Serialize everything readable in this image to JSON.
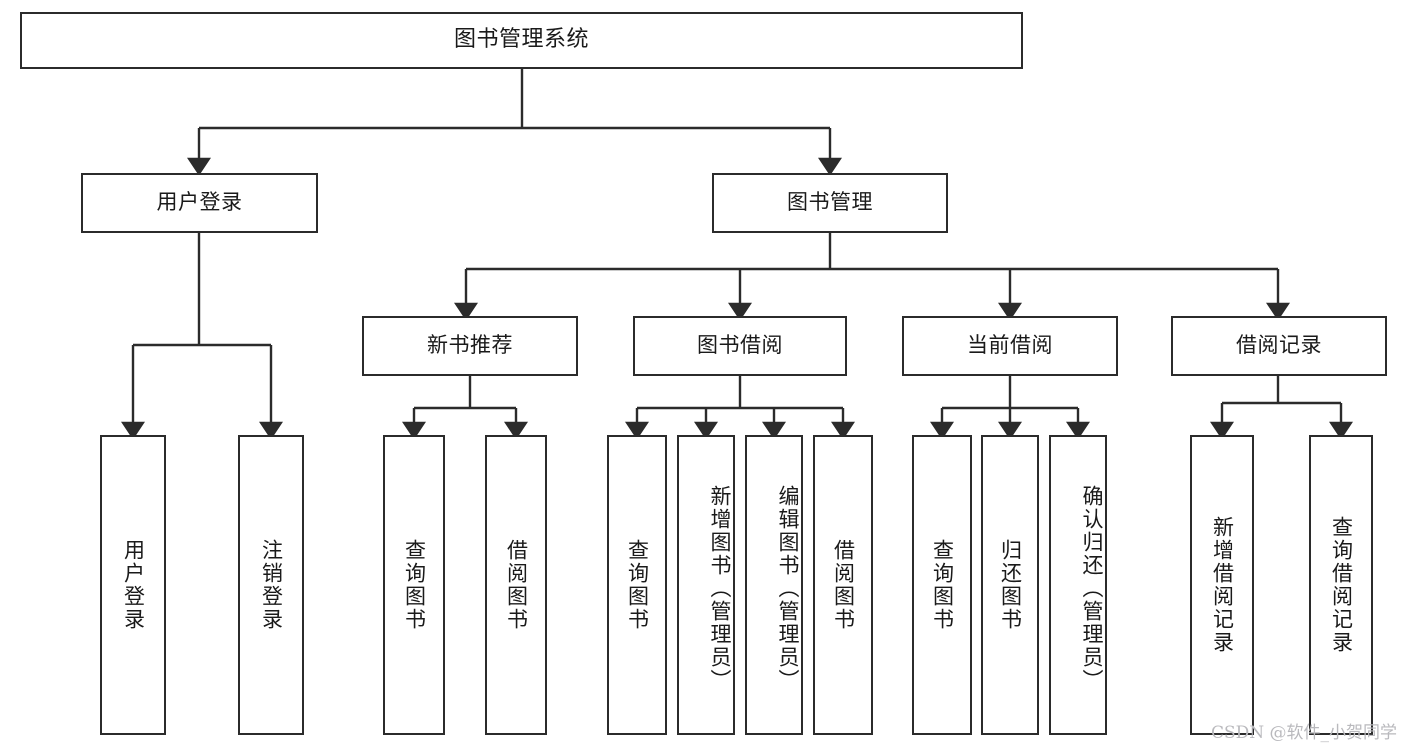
{
  "diagram": {
    "title": "图书管理系统",
    "type": "tree",
    "background": "#ffffff",
    "line_color": "#2b2b2b",
    "box_border_color": "#2b2b2b",
    "text_color": "#1a1a1a"
  },
  "nodes": {
    "root": {
      "label": "图书管理系统",
      "level": 0,
      "orientation": "horizontal"
    },
    "level1": [
      {
        "id": "user-login",
        "label": "用户登录",
        "orientation": "horizontal"
      },
      {
        "id": "book-manage",
        "label": "图书管理",
        "orientation": "horizontal"
      }
    ],
    "level2": [
      {
        "id": "new-book-rec",
        "label": "新书推荐",
        "orientation": "horizontal",
        "parent": "book-manage"
      },
      {
        "id": "book-borrow",
        "label": "图书借阅",
        "orientation": "horizontal",
        "parent": "book-manage"
      },
      {
        "id": "current-borrow",
        "label": "当前借阅",
        "orientation": "horizontal",
        "parent": "book-manage"
      },
      {
        "id": "borrow-record",
        "label": "借阅记录",
        "orientation": "horizontal",
        "parent": "book-manage"
      }
    ],
    "leaves": {
      "user_login": [
        {
          "id": "leaf-user-login",
          "label": "用户登录"
        },
        {
          "id": "leaf-user-logout",
          "label": "注销登录"
        }
      ],
      "new_book_rec": [
        {
          "id": "leaf-query-book-1",
          "label": "查询图书"
        },
        {
          "id": "leaf-borrow-book-1",
          "label": "借阅图书"
        }
      ],
      "book_borrow": [
        {
          "id": "leaf-query-book-2",
          "label": "查询图书"
        },
        {
          "id": "leaf-add-book",
          "label": "新增图书（管理员）"
        },
        {
          "id": "leaf-edit-book",
          "label": "编辑图书（管理员）"
        },
        {
          "id": "leaf-borrow-book-2",
          "label": "借阅图书"
        }
      ],
      "current_borrow": [
        {
          "id": "leaf-query-book-3",
          "label": "查询图书"
        },
        {
          "id": "leaf-return-book",
          "label": "归还图书"
        },
        {
          "id": "leaf-confirm-return",
          "label": "确认归还（管理员）"
        }
      ],
      "borrow_record": [
        {
          "id": "leaf-add-record",
          "label": "新增借阅记录"
        },
        {
          "id": "leaf-query-record",
          "label": "查询借阅记录"
        }
      ]
    }
  },
  "watermark": {
    "text": "CSDN @软件_小贺同学"
  }
}
